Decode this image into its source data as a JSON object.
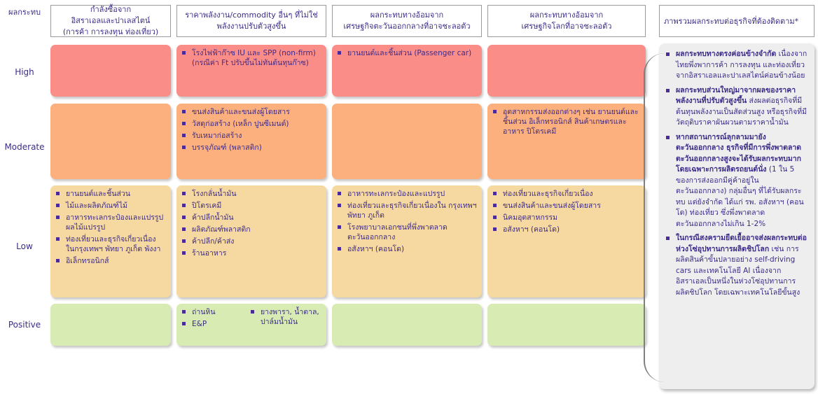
{
  "headers": {
    "impact": "ผลกระทบ",
    "col1": {
      "line1": "กำลังซื้อจาก",
      "line2": "อิสราเอลและปาเลสไตน์",
      "line3": "(การค้า การลงทุน ท่องเที่ยว)"
    },
    "col2": {
      "line1": "ราคาพลังงาน/commodity อื่นๆ ที่ไม่ใช่",
      "line2": "พลังงานปรับตัวสูงขึ้น"
    },
    "col3": {
      "line1": "ผลกระทบทางอ้อมจาก",
      "line2": "เศรษฐกิจตะวันออกกลางที่อาจชะลอตัว"
    },
    "col4": {
      "line1": "ผลกระทบทางอ้อมจาก",
      "line2": "เศรษฐกิจโลกที่อาจชะลอตัว"
    },
    "summary": "ภาพรวมผลกระทบต่อธุรกิจที่ต้องติดตาม*"
  },
  "rows": {
    "high": "High",
    "moderate": "Moderate",
    "low": "Low",
    "positive": "Positive"
  },
  "cells": {
    "high": {
      "col1": [],
      "col2": [
        "โรงไฟฟ้าก๊าซ IU และ SPP (non-firm) (กรณีค่า Ft ปรับขึ้นไม่ทันต้นทุนก๊าซ)"
      ],
      "col3": [
        "ยานยนต์และชิ้นส่วน (Passenger car)"
      ],
      "col4": []
    },
    "moderate": {
      "col1": [],
      "col2": [
        "ขนส่งสินค้าและขนส่งผู้โดยสาร",
        "วัสดุก่อสร้าง (เหล็ก ปูนซีเมนต์)",
        "รับเหมาก่อสร้าง",
        "บรรจุภัณฑ์ (พลาสติก)"
      ],
      "col3": [],
      "col4": [
        "อุตสาหกรรมส่งออกต่างๆ เช่น ยานยนต์และชิ้นส่วน อิเล็กทรอนิกส์ สินค้าเกษตรและอาหาร ปิโตรเคมี"
      ]
    },
    "low": {
      "col1": [
        "ยานยนต์และชิ้นส่วน",
        "ไม้และผลิตภัณฑ์ไม้",
        "อาหารทะเลกระป๋องและแปรรูป ผลไม้แปรรูป",
        "ท่องเที่ยวและธุรกิจเกี่ยวเนื่อง ในกรุงเทพฯ พัทยา ภูเก็ต พังงา",
        "อิเล็กทรอนิกส์"
      ],
      "col2": [
        "โรงกลั่นน้ำมัน",
        "ปิโตรเคมี",
        "ค้าปลีกน้ำมัน",
        "ผลิตภัณฑ์พลาสติก",
        "ค้าปลีก/ค้าส่ง",
        "ร้านอาหาร"
      ],
      "col3": [
        "อาหารทะเลกระป๋องและแปรรูป",
        "ท่องเที่ยวและธุรกิจเกี่ยวเนื่องใน กรุงเทพฯ พัทยา ภูเก็ต",
        "โรงพยาบาลเอกชนที่พึ่งพาตลาด ตะวันออกกลาง",
        "อสังหาฯ (คอนโด)"
      ],
      "col4": [
        "ท่องเที่ยวและธุรกิจเกี่ยวเนื่อง",
        "ขนส่งสินค้าและขนส่งผู้โดยสาร",
        "นิคมอุตสาหกรรม",
        "อสังหาฯ (คอนโด)"
      ]
    },
    "positive": {
      "col1": [],
      "col2a": [
        "ถ่านหิน",
        "E&P"
      ],
      "col2b": [
        "ยางพารา, น้ำตาล, ปาล์มน้ำมัน"
      ],
      "col3": [],
      "col4": []
    }
  },
  "summary_points": [
    {
      "bold": "ผลกระทบทางตรงค่อนข้างจำกัด",
      "text": " เนื่องจากไทยพึ่งพาการค้า การลงทุน และท่องเที่ยวจากอิสราเอลและปาเลสไตน์ค่อนข้างน้อย"
    },
    {
      "bold": "ผลกระทบส่วนใหญ่มาจากผลของราคาพลังงานที่ปรับตัวสูงขึ้น",
      "text": " ส่งผลต่อธุรกิจที่มีต้นทุนพลังงานเป็นสัดส่วนสูง หรือธุรกิจที่มีวัตถุดิบราคาผันผวนตามราคาน้ำมัน"
    },
    {
      "bold": "หากสถานการณ์ลุกลามมายังตะวันออกกลาง ธุรกิจที่มีการพึ่งพาตลาดตะวันออกกลางสูงจะได้รับผลกระทบมาก โดยเฉพาะการผลิตรถยนต์นั่ง",
      "text": " (1 ใน 5 ของการส่งออกมีคู่ค้าอยู่ในตะวันออกกลาง) กลุ่มอื่นๆ ที่ได้รับผลกระทบ แต่ยังจำกัด ได้แก่ รพ. อสังหาฯ (คอนโด) ท่องเที่ยว ซึ่งพึ่งพาตลาดตะวันออกกลางไม่เกิน 1-2%"
    },
    {
      "bold": "ในกรณีสงครามยืดเยื้ออาจส่งผลกระทบต่อห่วงโซ่อุปทานการผลิตชิปโลก",
      "text": " เช่น การผลิตสินค้าขั้นปลายอย่าง self-driving cars และเทคโนโลยี AI เนื่องจาก อิสราเอลเป็นหนึ่งในห่วงโซ่อุปทานการผลิตชิปโลก โดยเฉพาะเทคโนโลยีขั้นสูง"
    }
  ]
}
